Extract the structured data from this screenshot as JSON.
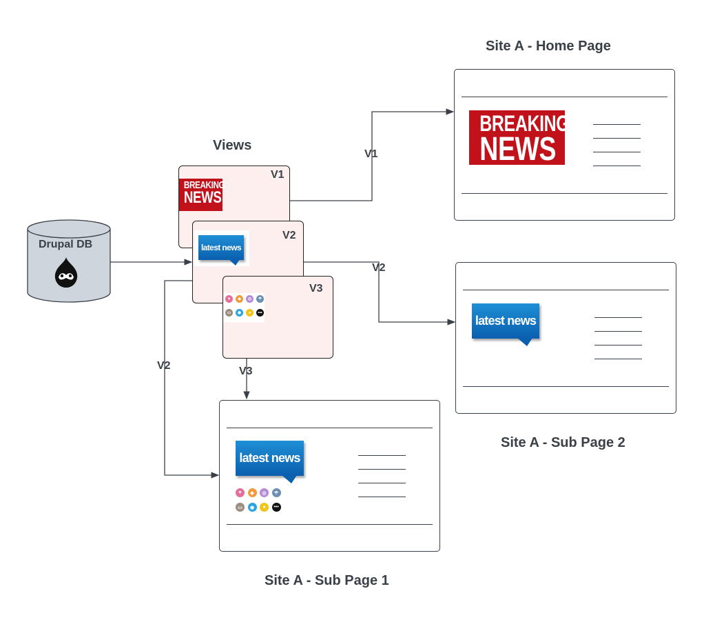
{
  "titles": {
    "views": "Views",
    "home": "Site A - Home Page",
    "sub1": "Site A - Sub Page 1",
    "sub2": "Site A - Sub Page 2"
  },
  "db": {
    "label": "Drupal DB",
    "icon": "drupal-drop-icon"
  },
  "views": [
    {
      "id": "V1",
      "content": "breaking-news"
    },
    {
      "id": "V2",
      "content": "latest-news"
    },
    {
      "id": "V3",
      "content": "icon-grid"
    }
  ],
  "arrow_labels": {
    "home": "V1",
    "sub2": "V2",
    "sub1_left": "V2",
    "sub1_top": "V3"
  },
  "breaking": {
    "line1": "BREAKING",
    "line2": "NEWS"
  },
  "latest": {
    "text": "latest news"
  },
  "icon_grid": {
    "colors": [
      "#e46f9b",
      "#f39a3b",
      "#b58bd6",
      "#6b8fb2",
      "#9a8c7e",
      "#2aa3df",
      "#f0c419",
      "#111111"
    ],
    "symbols": [
      "♥",
      "◆",
      "◎",
      "☂",
      "▭",
      "◉",
      "●",
      "•••"
    ]
  },
  "colors": {
    "stroke": "#3a4047",
    "view_fill": "#fdefee",
    "db_fill": "#cfd5dc",
    "breaking_red": "#c1121c",
    "latest_blue": "#1a7fcc"
  }
}
